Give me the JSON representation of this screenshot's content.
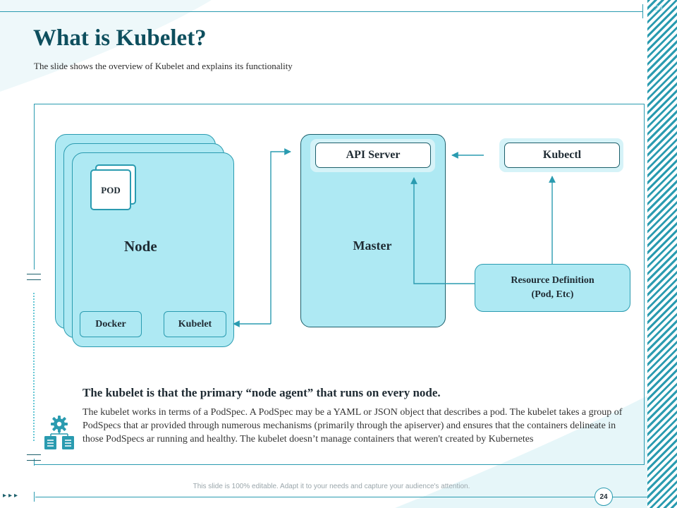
{
  "slide": {
    "title": "What is Kubelet?",
    "subtitle": "The slide shows the overview of Kubelet and explains its functionality",
    "corner_number": "24",
    "page_number": "24",
    "footer_note": "This slide is 100% editable. Adapt it to your needs and capture your audience's attention.",
    "nav_arrows": "▸▸▸"
  },
  "diagram": {
    "pod_label": "POD",
    "node_label": "Node",
    "docker_label": "Docker",
    "kubelet_label": "Kubelet",
    "master_label": "Master",
    "api_server_label": "API Server",
    "kubectl_label": "Kubectl",
    "resource_definition_line1": "Resource Definition",
    "resource_definition_line2": "(Pod, Etc)"
  },
  "content": {
    "heading": "The kubelet is that the primary “node agent” that runs on every node.",
    "body": "The kubelet works in terms of  a PodSpec. A PodSpec may be a YAML or JSON object that describes a pod. The kubelet takes a group of  PodSpecs that ar provided through numerous mechanisms (primarily through the apiserver) and ensures that the containers delineate in those PodSpecs ar running and healthy. The kubelet doesn’t manage containers that weren't created by Kubernetes"
  },
  "theme": {
    "accent": "#2a9bb0",
    "dark_accent": "#0e4f5e",
    "light_fill": "#aee9f3"
  },
  "icons": {
    "settings": "gear-over-documents-icon"
  }
}
